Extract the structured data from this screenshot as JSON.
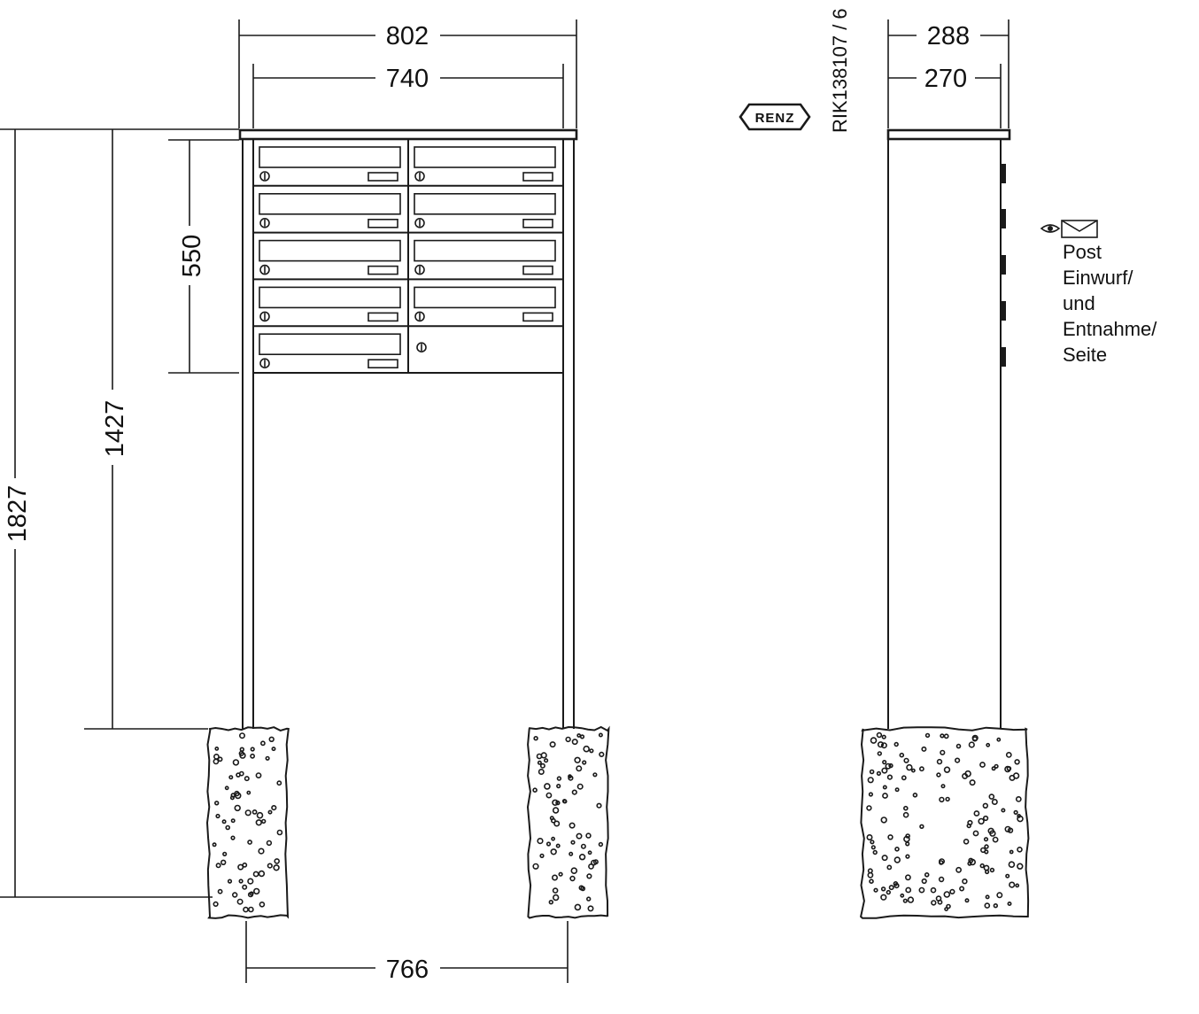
{
  "dimensions": {
    "overall_width": "802",
    "inner_width": "740",
    "box_height": "550",
    "top_height": "1427",
    "total_height": "1827",
    "post_spacing": "766",
    "side_overall_depth": "288",
    "side_inner_depth": "270"
  },
  "brand": {
    "logo_text": "RENZ",
    "model_code": "RIK138107 / 6"
  },
  "side_note": {
    "icon": "eye-envelope-icon",
    "lines": [
      "Post",
      "Einwurf/",
      "und",
      "Entnahme/",
      "Seite"
    ]
  },
  "front_view": {
    "mailbox_columns": 2,
    "mailbox_rows": 5,
    "mailbox_count": 9
  },
  "colors": {
    "line": "#1a1a1a",
    "background": "#ffffff"
  }
}
